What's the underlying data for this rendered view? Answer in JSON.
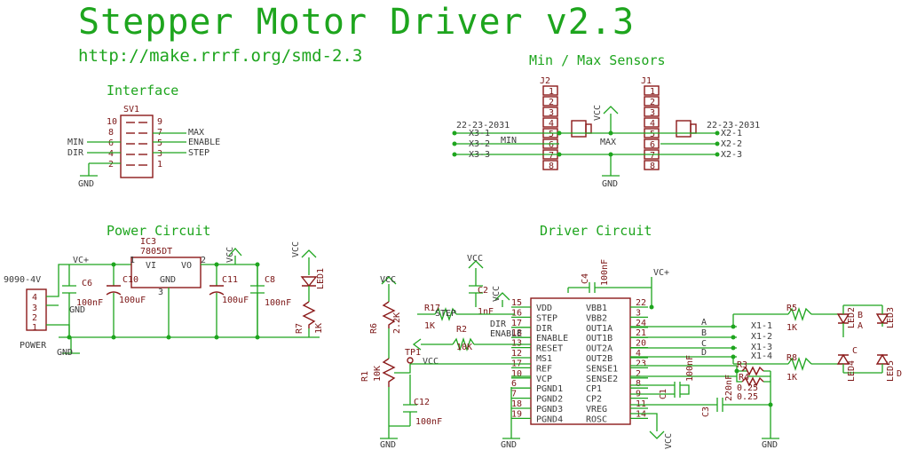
{
  "title": "Stepper Motor Driver v2.3",
  "url": "http://make.rrrf.org/smd-2.3",
  "sections": {
    "interface": "Interface",
    "sensors": "Min / Max Sensors",
    "power": "Power Circuit",
    "driver": "Driver Circuit"
  },
  "interface": {
    "ref": "SV1",
    "pins_left": [
      "10",
      "8",
      "6",
      "4",
      "2"
    ],
    "pins_right": [
      "9",
      "7",
      "5",
      "3",
      "1"
    ],
    "left_nets": [
      "MIN",
      "DIR"
    ],
    "right_nets": [
      "MAX",
      "ENABLE",
      "STEP"
    ],
    "gnd": "GND"
  },
  "sensors": {
    "j2": "J2",
    "j1": "J1",
    "pins": [
      "1",
      "2",
      "3",
      "4",
      "5",
      "6",
      "7",
      "8"
    ],
    "part": "22-23-2031",
    "x3": [
      "X3-1",
      "X3-2",
      "X3-3"
    ],
    "x2": [
      "X2-1",
      "X2-2",
      "X2-3"
    ],
    "min": "MIN",
    "max": "MAX",
    "vcc": "VCC",
    "gnd": "GND"
  },
  "power": {
    "vin": "VC+",
    "conn": "9090-4V",
    "conn_pins": [
      "4",
      "3",
      "2",
      "1"
    ],
    "conn_name": "POWER",
    "ic": "IC3",
    "ic_part": "7805DT",
    "vi": "VI",
    "vo": "VO",
    "ic_gnd": "GND",
    "ic_p1": "1",
    "ic_p2": "2",
    "ic_p3": "3",
    "c6": "C6",
    "c6v": "100nF",
    "c10": "C10",
    "c10v": "100uF",
    "c11": "C11",
    "c11v": "100uF",
    "c8": "C8",
    "c8v": "100nF",
    "vcc": "VCC",
    "led": "LED1",
    "r7": "R7",
    "r7v": "1K",
    "gnd1": "GND",
    "gnd2": "GND"
  },
  "driver": {
    "vcc_top": "VCC",
    "c2": "C2",
    "c2v": "1nF",
    "c4": "C4",
    "c4v": "100nF",
    "vcp_in": "VC+",
    "r6": "R6",
    "r6v": "2.2K",
    "r17": "R17",
    "r17v": "1K",
    "step": "STEP",
    "dir": "DIR",
    "enable": "ENABLE",
    "r2": "R2",
    "r2v": "10K",
    "r1": "R1",
    "r1v": "10K",
    "tp1": "TP1",
    "vcc_mid": "VCC",
    "vcc_side": "VCC",
    "c12": "C12",
    "c12v": "100nF",
    "left_pins": [
      {
        "num": "15",
        "name": "VDD"
      },
      {
        "num": "16",
        "name": "STEP"
      },
      {
        "num": "17",
        "name": "DIR"
      },
      {
        "num": "18",
        "name": "ENABLE"
      },
      {
        "num": "13",
        "name": "RESET"
      },
      {
        "num": "12",
        "name": "MS1"
      },
      {
        "num": "17",
        "name": "REF"
      },
      {
        "num": "10",
        "name": "VCP"
      },
      {
        "num": "6",
        "name": "PGND1"
      },
      {
        "num": "7",
        "name": "PGND2"
      },
      {
        "num": "18",
        "name": "PGND3"
      },
      {
        "num": "19",
        "name": "PGND4"
      }
    ],
    "right_pins": [
      {
        "num": "22",
        "name": "VBB1"
      },
      {
        "num": "3",
        "name": "VBB2"
      },
      {
        "num": "24",
        "name": "OUT1A"
      },
      {
        "num": "21",
        "name": "OUT1B"
      },
      {
        "num": "20",
        "name": "OUT2A"
      },
      {
        "num": "4",
        "name": "OUT2B"
      },
      {
        "num": "23",
        "name": "SENSE1"
      },
      {
        "num": "2",
        "name": "SENSE2"
      },
      {
        "num": "8",
        "name": "CP1"
      },
      {
        "num": "9",
        "name": "CP2"
      },
      {
        "num": "11",
        "name": "VREG"
      },
      {
        "num": "14",
        "name": "ROSC"
      }
    ],
    "phases": [
      "A",
      "B",
      "C",
      "D"
    ],
    "x1": [
      "X1-1",
      "X1-2",
      "X1-3",
      "X1-4"
    ],
    "c1": "C1",
    "c1v": "100nF",
    "c3": "C3",
    "c3v": "220nF",
    "r3": "R3",
    "r3v": "0.25",
    "r4": "R4",
    "r4v": "0.25",
    "r5": "R5",
    "r5v": "1K",
    "r8": "R8",
    "r8v": "1K",
    "led2": "LED2",
    "led3": "LED3",
    "led4": "LED4",
    "led5": "LED5",
    "la": "A",
    "lb": "B",
    "lc": "C",
    "ld": "D",
    "gnd": "GND",
    "vcc_bot": "VCC"
  }
}
